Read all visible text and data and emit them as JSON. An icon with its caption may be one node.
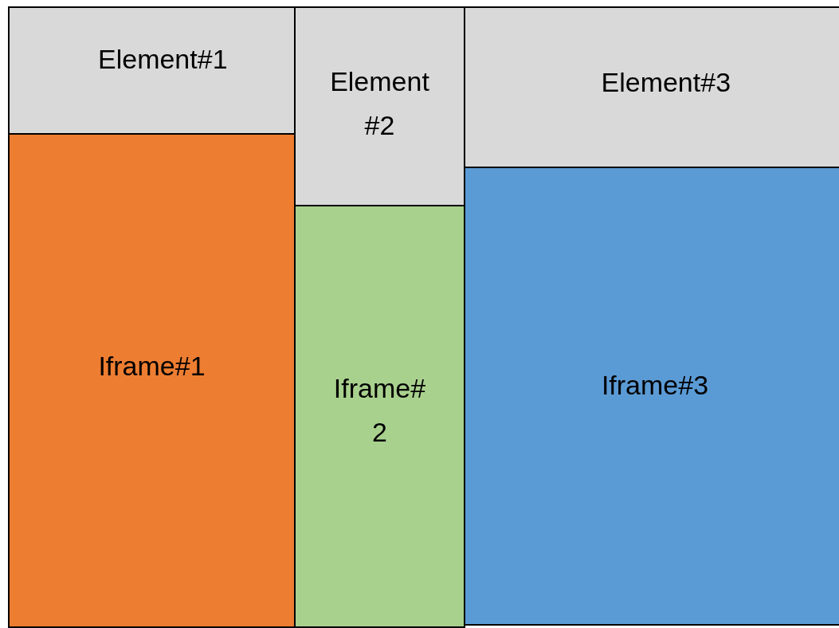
{
  "diagram": {
    "nodes": [
      {
        "text": [
          "Element#1"
        ]
      },
      {
        "text": [
          "Iframe#1"
        ]
      },
      {
        "text": [
          "Element #2"
        ]
      },
      {
        "text": [
          "Iframe# 2"
        ]
      },
      {
        "text": [
          "Element#3"
        ]
      },
      {
        "text": [
          "Iframe#3"
        ]
      }
    ]
  }
}
